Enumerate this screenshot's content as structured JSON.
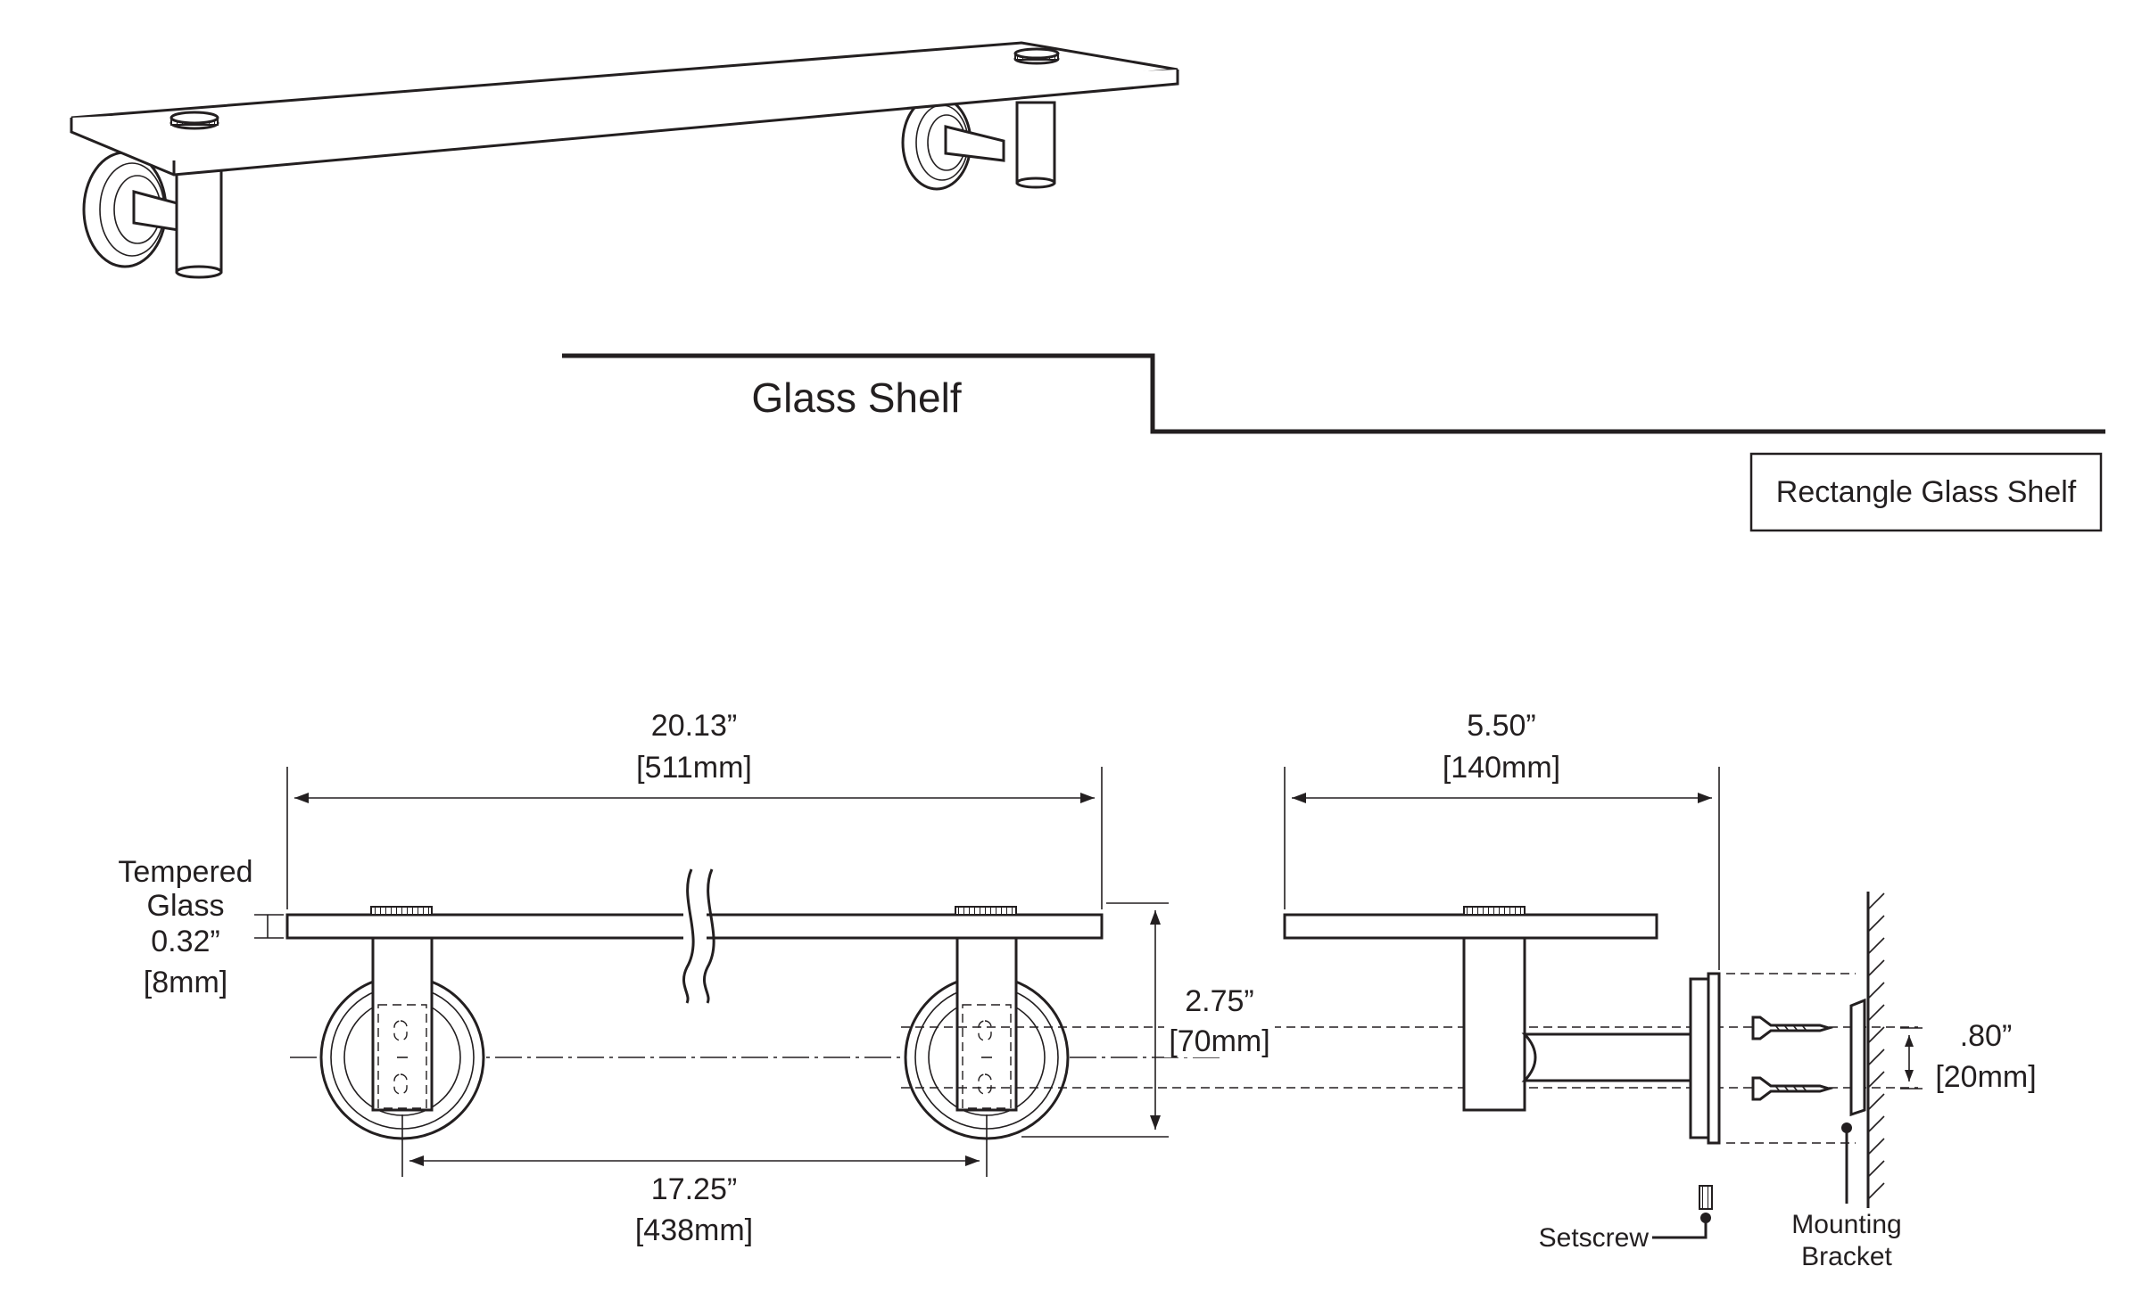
{
  "title": "Glass Shelf",
  "subtitle_box": "Rectangle Glass Shelf",
  "dimensions": {
    "overall_length_in": "20.13”",
    "overall_length_mm": "[511mm]",
    "glass_label_1": "Tempered",
    "glass_label_2": "Glass",
    "glass_thickness_in": "0.32”",
    "glass_thickness_mm": "[8mm]",
    "height_in": "2.75”",
    "height_mm": "[70mm]",
    "bracket_spacing_in": "17.25”",
    "bracket_spacing_mm": "[438mm]",
    "depth_in": "5.50”",
    "depth_mm": "[140mm]",
    "screw_spacing_in": ".80”",
    "screw_spacing_mm": "[20mm]"
  },
  "callouts": {
    "setscrew": "Setscrew",
    "mounting_1": "Mounting",
    "mounting_2": "Bracket"
  }
}
